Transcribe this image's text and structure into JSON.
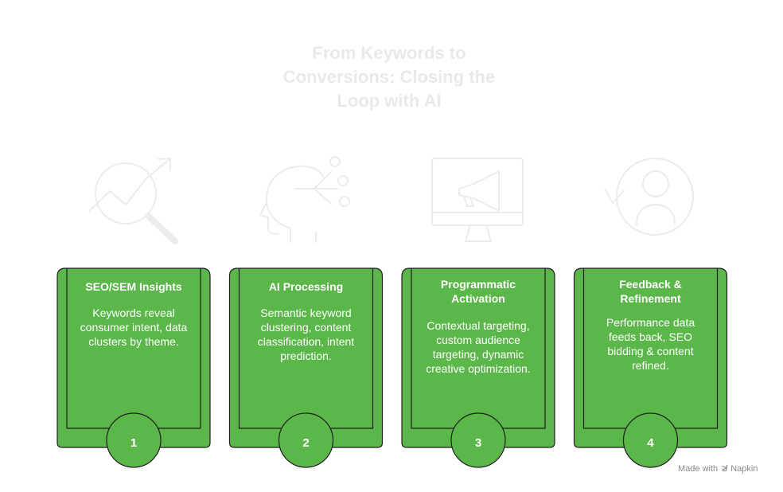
{
  "title": "From Keywords to Conversions: Closing the Loop with AI",
  "colors": {
    "card_fill": "#5cb74a",
    "card_stroke": "#1f1f1f",
    "icon": "#ededed",
    "title": "#e9e9e9"
  },
  "steps": [
    {
      "number": "1",
      "title": "SEO/SEM Insights",
      "description": "Keywords reveal consumer intent, data clusters by theme.",
      "icon": "analytics-chart-icon"
    },
    {
      "number": "2",
      "title": "AI Processing",
      "description": "Semantic keyword clustering, content classification, intent prediction.",
      "icon": "ai-head-icon"
    },
    {
      "number": "3",
      "title": "Programmatic Activation",
      "description": "Contextual targeting, custom audience targeting, dynamic creative optimization.",
      "icon": "monitor-megaphone-icon"
    },
    {
      "number": "4",
      "title": "Feedback & Refinement",
      "description": "Performance data feeds back, SEO bidding & content refined.",
      "icon": "user-feedback-icon"
    }
  ],
  "footer": {
    "made_with": "Made with",
    "brand": "Napkin"
  }
}
